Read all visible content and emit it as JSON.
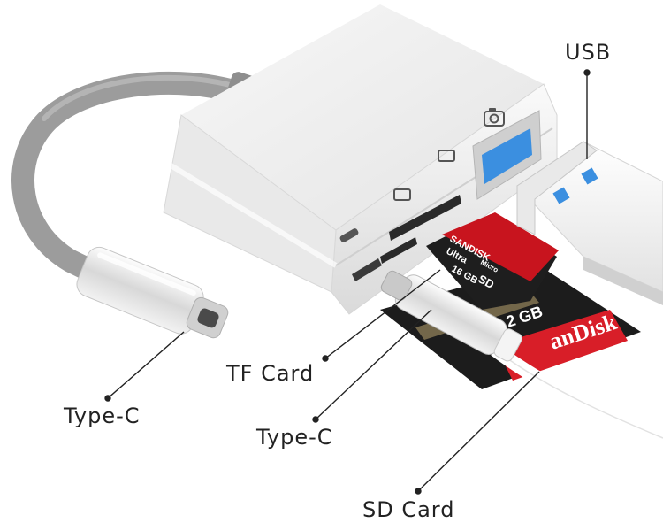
{
  "labels": {
    "usb": "USB",
    "tf_card": "TF Card",
    "type_c_port": "Type-C",
    "type_c_plug": "Type-C",
    "sd_card": "SD Card"
  },
  "microsd_card": {
    "brand": "SANDISK",
    "line": "Ultra",
    "capacity": "16 GB",
    "sub_brand": "Micro",
    "format": "SD"
  },
  "sd_card": {
    "capacity_partial": "2 GB",
    "brand_partial": "anDisk"
  },
  "colors": {
    "hub_body": "#f1f1f1",
    "cable_gray": "#9a9a9a",
    "usb_port_blue": "#3b8fe0",
    "microsd_red": "#c8141e",
    "card_dark": "#1c1c1c",
    "sd_red": "#d81e28"
  }
}
